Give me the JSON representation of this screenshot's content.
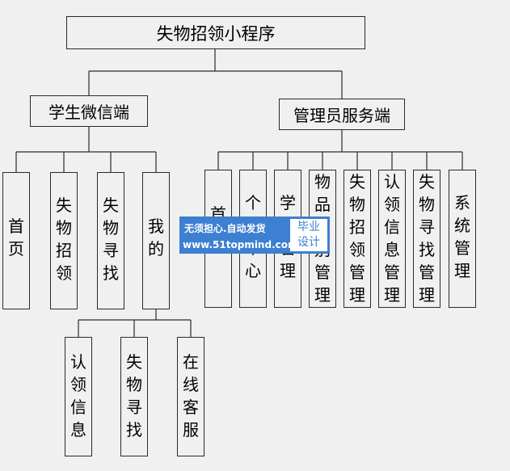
{
  "root": "失物招领小程序",
  "student": {
    "title": "学生微信端",
    "items": [
      "首页",
      "失物招领",
      "失物寻找",
      "我的"
    ],
    "mine": [
      "认领信息",
      "失物寻找",
      "在线客服"
    ]
  },
  "admin": {
    "title": "管理员服务端",
    "items": [
      "首页",
      "个人中心",
      "学生管理",
      "物品类别管理",
      "失物招领管理",
      "认领信息管理",
      "失物寻找管理",
      "系统管理"
    ]
  },
  "watermark": {
    "line1": "无须担心.自动发货",
    "line2": "www.51topmind.com",
    "tag": "毕业设计"
  }
}
